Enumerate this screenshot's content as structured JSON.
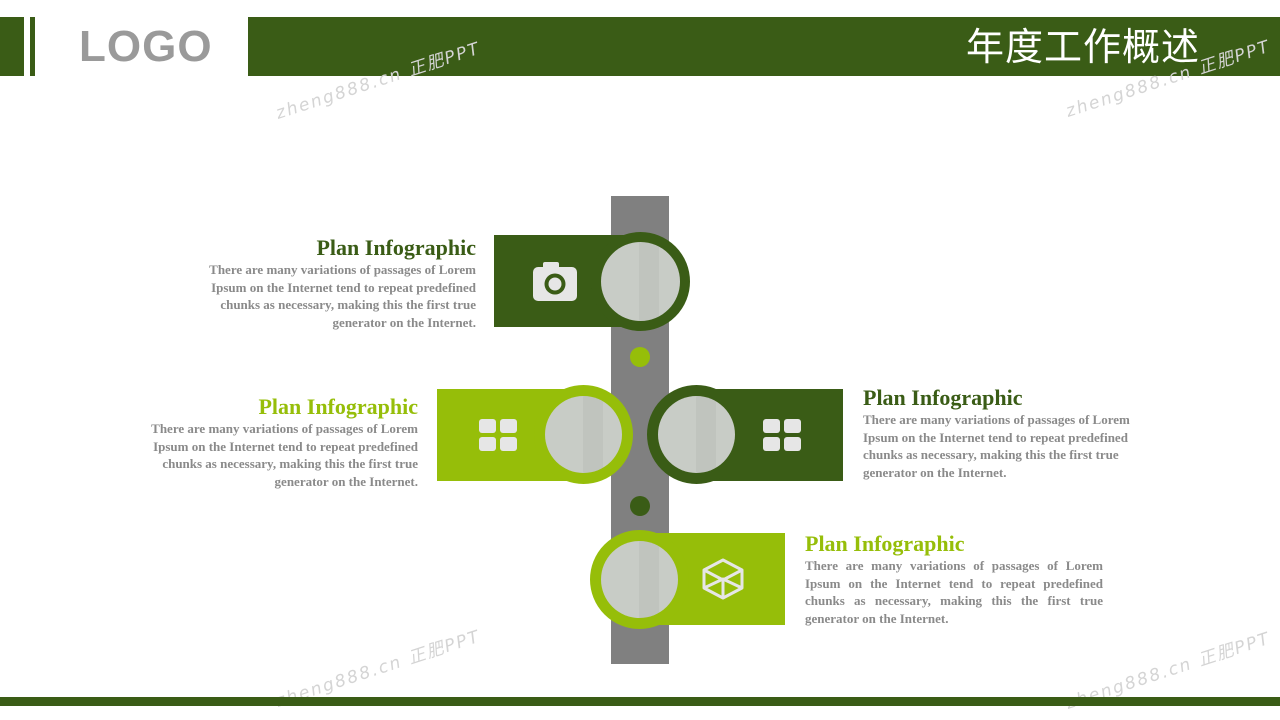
{
  "header": {
    "logo": "LOGO",
    "title": "年度工作概述"
  },
  "watermark": "zheng888.cn 正肥PPT",
  "colors": {
    "dark_green": "#3a5c16",
    "light_green": "#96be09",
    "spine_gray": "#808080",
    "body_text": "#8a8a8a"
  },
  "items": [
    {
      "title": "Plan Infographic",
      "body": "There are many variations of passages of Lorem Ipsum on the Internet tend to repeat predefined chunks as necessary, making this the first true generator on the Internet.",
      "icon": "camera-icon",
      "color": "dark"
    },
    {
      "title": "Plan Infographic",
      "body": "There are many variations of passages of Lorem Ipsum on the Internet tend to repeat predefined chunks as necessary, making this the first true generator on the Internet.",
      "icon": "grid-icon",
      "color": "light"
    },
    {
      "title": "Plan Infographic",
      "body": "There are many variations of passages of Lorem Ipsum on the Internet tend to repeat predefined chunks as necessary, making this the first true generator on the Internet.",
      "icon": "grid-icon",
      "color": "dark"
    },
    {
      "title": "Plan Infographic",
      "body": "There are many variations of passages of Lorem Ipsum on the Internet tend to repeat predefined chunks as necessary, making this the first true generator on the Internet.",
      "icon": "cube-icon",
      "color": "light"
    }
  ]
}
